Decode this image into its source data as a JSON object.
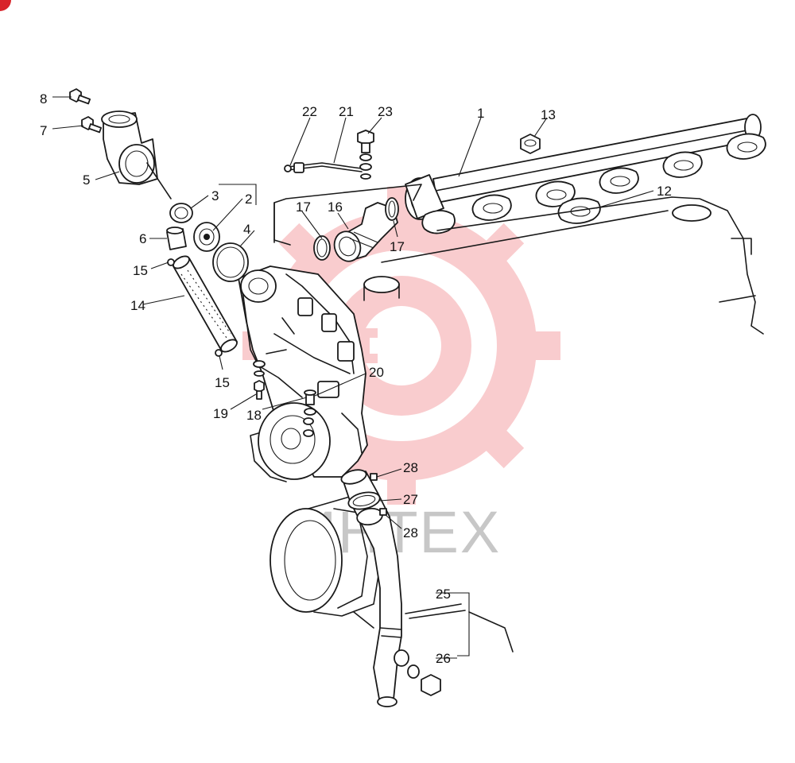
{
  "watermark": {
    "text": "ИНТЕХ",
    "color": "#e84a4f",
    "icon": "gear-wrench-logo-icon"
  },
  "callouts": [
    {
      "id": "c1",
      "text": "1"
    },
    {
      "id": "c2",
      "text": "2"
    },
    {
      "id": "c3",
      "text": "3"
    },
    {
      "id": "c4",
      "text": "4"
    },
    {
      "id": "c5",
      "text": "5"
    },
    {
      "id": "c6",
      "text": "6"
    },
    {
      "id": "c7",
      "text": "7"
    },
    {
      "id": "c8",
      "text": "8"
    },
    {
      "id": "c12",
      "text": "12"
    },
    {
      "id": "c13",
      "text": "13"
    },
    {
      "id": "c14",
      "text": "14"
    },
    {
      "id": "c15a",
      "text": "15"
    },
    {
      "id": "c15b",
      "text": "15"
    },
    {
      "id": "c16",
      "text": "16"
    },
    {
      "id": "c17a",
      "text": "17"
    },
    {
      "id": "c17b",
      "text": "17"
    },
    {
      "id": "c18",
      "text": "18"
    },
    {
      "id": "c19",
      "text": "19"
    },
    {
      "id": "c20",
      "text": "20"
    },
    {
      "id": "c21",
      "text": "21"
    },
    {
      "id": "c22",
      "text": "22"
    },
    {
      "id": "c23",
      "text": "23"
    },
    {
      "id": "c25",
      "text": "25"
    },
    {
      "id": "c26",
      "text": "26"
    },
    {
      "id": "c27",
      "text": "27"
    },
    {
      "id": "c28a",
      "text": "28"
    },
    {
      "id": "c28b",
      "text": "28"
    }
  ]
}
